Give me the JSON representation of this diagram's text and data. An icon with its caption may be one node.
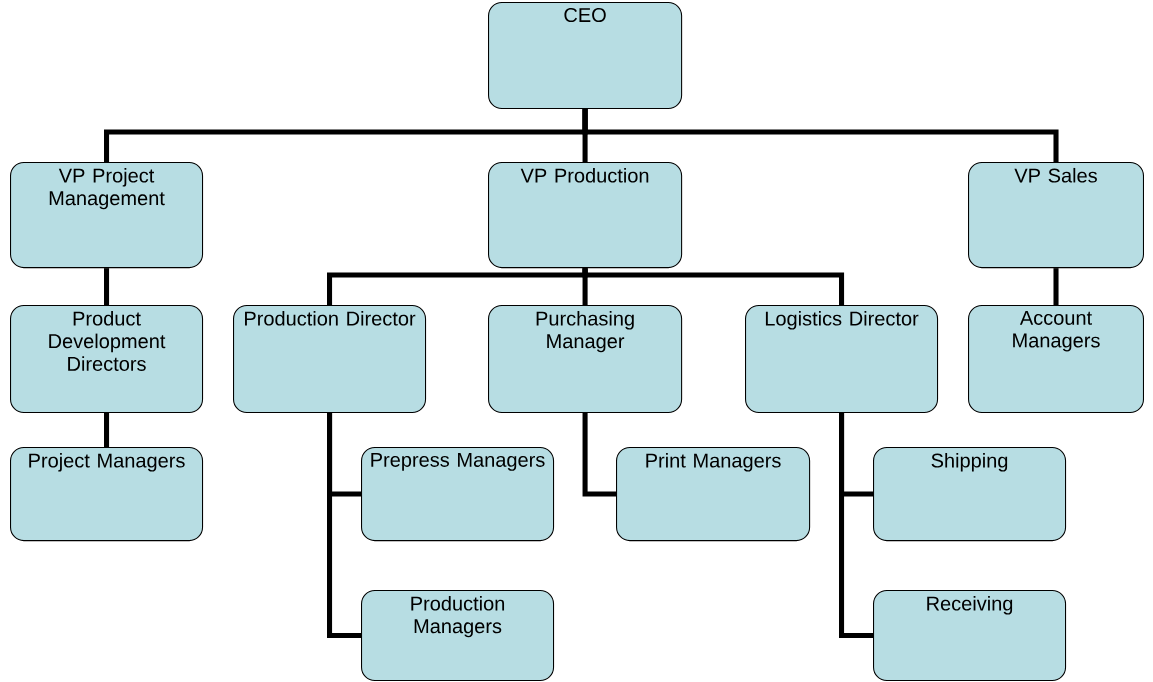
{
  "diagram": {
    "nodes": [
      {
        "text": [
          "CEO"
        ]
      },
      {
        "text": [
          "VP Project Management"
        ]
      },
      {
        "text": [
          "VP Production"
        ]
      },
      {
        "text": [
          "VP Sales"
        ]
      },
      {
        "text": [
          "Product Development Directors"
        ]
      },
      {
        "text": [
          "Production Director"
        ]
      },
      {
        "text": [
          "Purchasing Manager"
        ]
      },
      {
        "text": [
          "Logistics Director"
        ]
      },
      {
        "text": [
          "Account Managers"
        ]
      },
      {
        "text": [
          "Project Managers"
        ]
      },
      {
        "text": [
          "Prepress Managers"
        ]
      },
      {
        "text": [
          "Print Managers"
        ]
      },
      {
        "text": [
          "Shipping"
        ]
      },
      {
        "text": [
          "Production Managers"
        ]
      },
      {
        "text": [
          "Receiving"
        ]
      }
    ],
    "edges": [
      {
        "from": 0,
        "to": 1,
        "arrow": "none"
      },
      {
        "from": 0,
        "to": 2,
        "arrow": "none"
      },
      {
        "from": 0,
        "to": 3,
        "arrow": "none"
      },
      {
        "from": 1,
        "to": 4,
        "arrow": "none"
      },
      {
        "from": 4,
        "to": 9,
        "arrow": "none"
      },
      {
        "from": 2,
        "to": 5,
        "arrow": "none"
      },
      {
        "from": 2,
        "to": 6,
        "arrow": "none"
      },
      {
        "from": 2,
        "to": 7,
        "arrow": "none"
      },
      {
        "from": 3,
        "to": 8,
        "arrow": "none"
      },
      {
        "from": 5,
        "to": 10,
        "arrow": "none"
      },
      {
        "from": 5,
        "to": 13,
        "arrow": "none"
      },
      {
        "from": 6,
        "to": 11,
        "arrow": "none"
      },
      {
        "from": 7,
        "to": 12,
        "arrow": "none"
      },
      {
        "from": 7,
        "to": 14,
        "arrow": "none"
      }
    ]
  }
}
